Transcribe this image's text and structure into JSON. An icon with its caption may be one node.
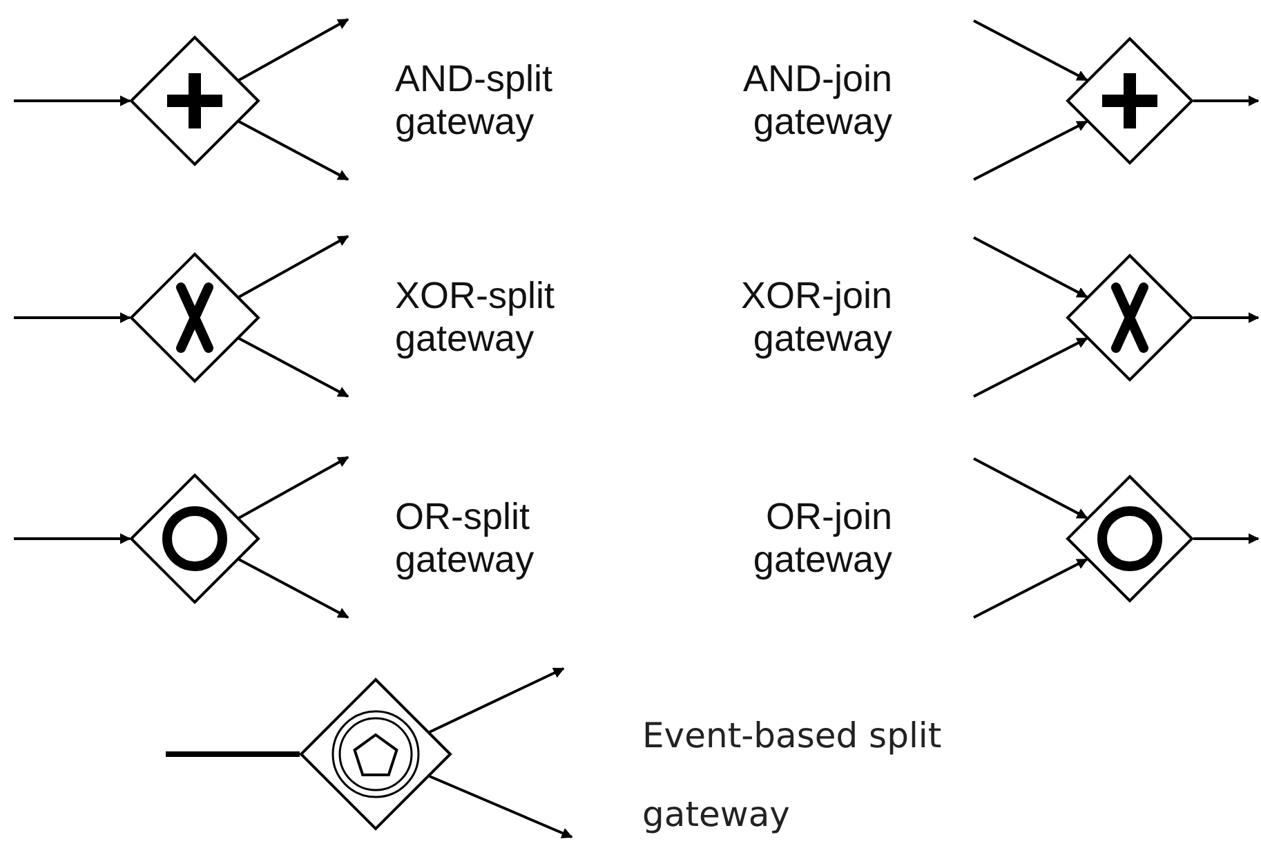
{
  "diagram": {
    "nodes": [
      {
        "text": [],
        "shape": "diamond"
      },
      {
        "text": [],
        "shape": "diamond"
      },
      {
        "text": [],
        "shape": "diamond"
      },
      {
        "text": [],
        "shape": "diamond"
      },
      {
        "text": [],
        "shape": "diamond"
      },
      {
        "text": [],
        "shape": "diamond"
      },
      {
        "text": [],
        "shape": "diamond"
      }
    ],
    "labels": [
      "AND-split gateway",
      "AND-join gateway",
      "XOR-split gateway",
      "XOR-join gateway",
      "OR-split gateway",
      "OR-join gateway",
      "Event-based split gateway"
    ],
    "edges": [
      {
        "from": null,
        "to": 0,
        "arrow": "to"
      },
      {
        "from": 0,
        "to": null,
        "arrow": "to"
      },
      {
        "from": 0,
        "to": null,
        "arrow": "to"
      },
      {
        "from": null,
        "to": 1,
        "arrow": "to"
      },
      {
        "from": null,
        "to": 1,
        "arrow": "to"
      },
      {
        "from": 1,
        "to": null,
        "arrow": "to"
      },
      {
        "from": null,
        "to": 2,
        "arrow": "to"
      },
      {
        "from": 2,
        "to": null,
        "arrow": "to"
      },
      {
        "from": 2,
        "to": null,
        "arrow": "to"
      },
      {
        "from": null,
        "to": 3,
        "arrow": "to"
      },
      {
        "from": null,
        "to": 3,
        "arrow": "to"
      },
      {
        "from": 3,
        "to": null,
        "arrow": "to"
      },
      {
        "from": null,
        "to": 4,
        "arrow": "to"
      },
      {
        "from": 4,
        "to": null,
        "arrow": "to"
      },
      {
        "from": 4,
        "to": null,
        "arrow": "to"
      },
      {
        "from": null,
        "to": 5,
        "arrow": "to"
      },
      {
        "from": null,
        "to": 5,
        "arrow": "to"
      },
      {
        "from": 5,
        "to": null,
        "arrow": "to"
      },
      {
        "from": null,
        "to": 6,
        "arrow": "none",
        "style": "thick"
      },
      {
        "from": 6,
        "to": null,
        "arrow": "to"
      },
      {
        "from": 6,
        "to": null,
        "arrow": "to"
      }
    ]
  }
}
